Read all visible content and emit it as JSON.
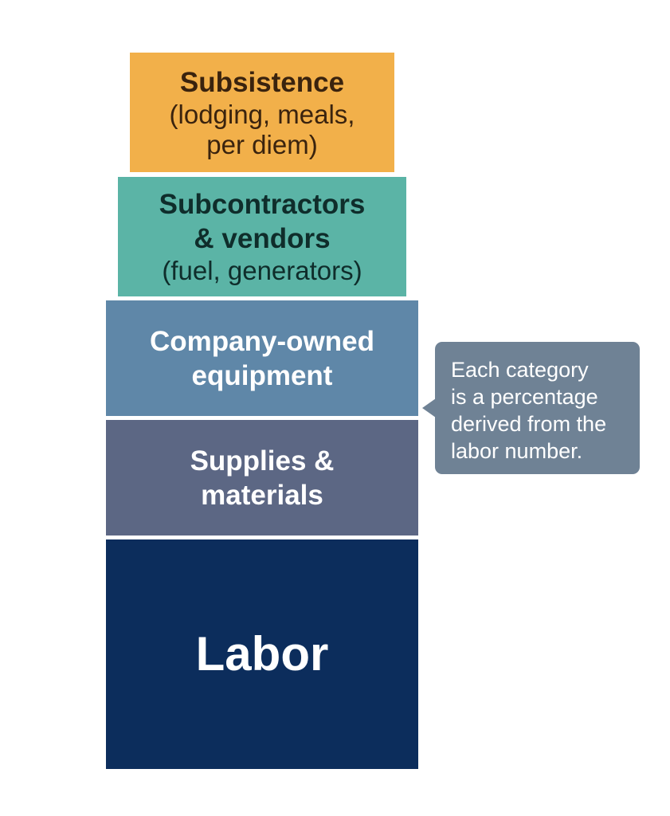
{
  "stack": {
    "subsistence": {
      "title": "Subsistence",
      "sub_line1": "(lodging, meals,",
      "sub_line2": "per diem)",
      "color": "#F2B04A"
    },
    "subcontractors": {
      "title_line1": "Subcontractors",
      "title_line2": "& vendors",
      "sub": "(fuel, generators)",
      "color": "#5BB4A6"
    },
    "equipment": {
      "title_line1": "Company-owned",
      "title_line2": "equipment",
      "color": "#5F87A8"
    },
    "supplies": {
      "title_line1": "Supplies &",
      "title_line2": "materials",
      "color": "#5C6784"
    },
    "labor": {
      "title": "Labor",
      "color": "#0C2D5C"
    }
  },
  "callout": {
    "line1": "Each category",
    "line2": "is a percentage",
    "line3": "derived from the",
    "line4": "labor number.",
    "color": "#6F8295"
  }
}
